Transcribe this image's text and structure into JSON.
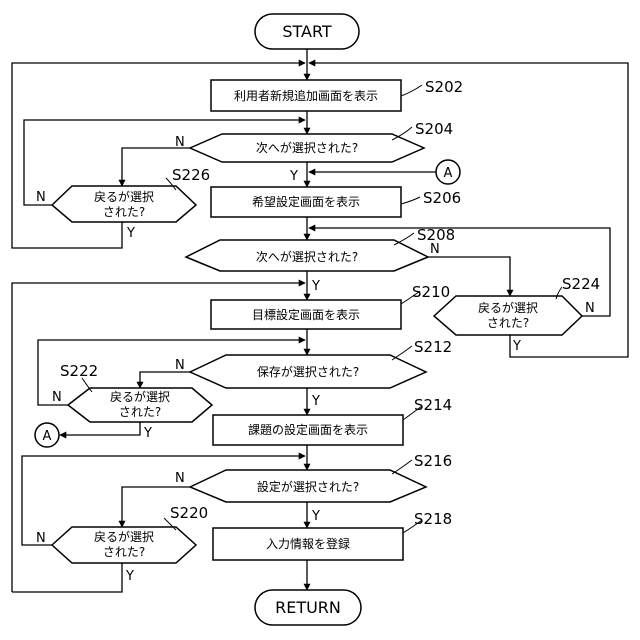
{
  "terminals": {
    "start": "START",
    "return": "RETURN"
  },
  "connector": "A",
  "steps": [
    {
      "id": "S202",
      "text": "利用者新規追加画面を表示"
    },
    {
      "id": "S204",
      "text": "次へが選択された?"
    },
    {
      "id": "S206",
      "text": "希望設定画面を表示"
    },
    {
      "id": "S208",
      "text": "次へが選択された?"
    },
    {
      "id": "S210",
      "text": "目標設定画面を表示"
    },
    {
      "id": "S212",
      "text": "保存が選択された?"
    },
    {
      "id": "S214",
      "text": "課題の設定画面を表示"
    },
    {
      "id": "S216",
      "text": "設定が選択された?"
    },
    {
      "id": "S218",
      "text": "入力情報を登録"
    },
    {
      "id": "S220",
      "line1": "戻るが選択",
      "line2": "された?"
    },
    {
      "id": "S222",
      "line1": "戻るが選択",
      "line2": "された?"
    },
    {
      "id": "S224",
      "line1": "戻るが選択",
      "line2": "された?"
    },
    {
      "id": "S226",
      "line1": "戻るが選択",
      "line2": "された?"
    }
  ],
  "branch": {
    "yes": "Y",
    "no": "N"
  }
}
